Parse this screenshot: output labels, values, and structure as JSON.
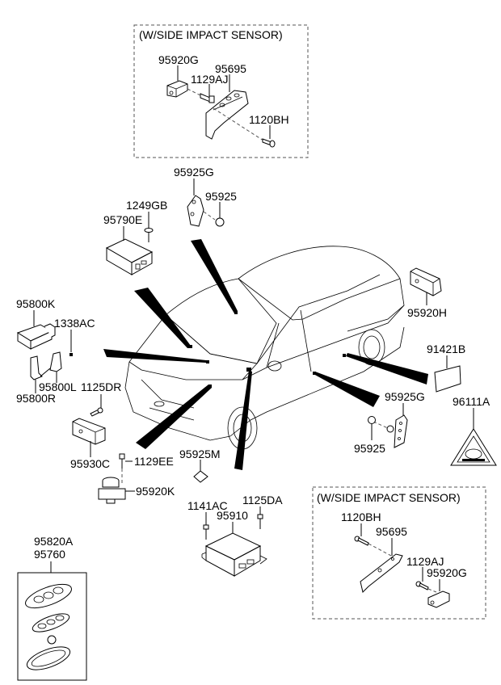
{
  "diagram": {
    "title": "Airbag / Sensor & Keyless Entry Parts Diagram",
    "inset_boxes": [
      {
        "id": "top",
        "title": "(W/SIDE IMPACT SENSOR)",
        "parts": [
          "95920G",
          "95695",
          "1129AJ",
          "1120BH"
        ]
      },
      {
        "id": "bottom",
        "title": "(W/SIDE IMPACT SENSOR)",
        "parts": [
          "1120BH",
          "95695",
          "1129AJ",
          "95920G"
        ]
      }
    ],
    "labels": {
      "top_95920G": "95920G",
      "top_95695": "95695",
      "top_1129AJ": "1129AJ",
      "top_1120BH": "1120BH",
      "p95925G_top": "95925G",
      "p95925_top": "95925",
      "p1249GB": "1249GB",
      "p95790E": "95790E",
      "p95800K": "95800K",
      "p1338AC": "1338AC",
      "p95800L": "95800L",
      "p95800R": "95800R",
      "p1125DR": "1125DR",
      "p95930C": "95930C",
      "p1129EE": "1129EE",
      "p95920K": "95920K",
      "p95925M": "95925M",
      "p1141AC": "1141AC",
      "p1125DA": "1125DA",
      "p95910": "95910",
      "p95820A": "95820A",
      "p95760": "95760",
      "p95920H": "95920H",
      "p91421B": "91421B",
      "p95925G_right": "95925G",
      "p95925_right": "95925",
      "p96111A": "96111A",
      "bot_1120BH": "1120BH",
      "bot_95695": "95695",
      "bot_1129AJ": "1129AJ",
      "bot_95920G": "95920G"
    }
  }
}
